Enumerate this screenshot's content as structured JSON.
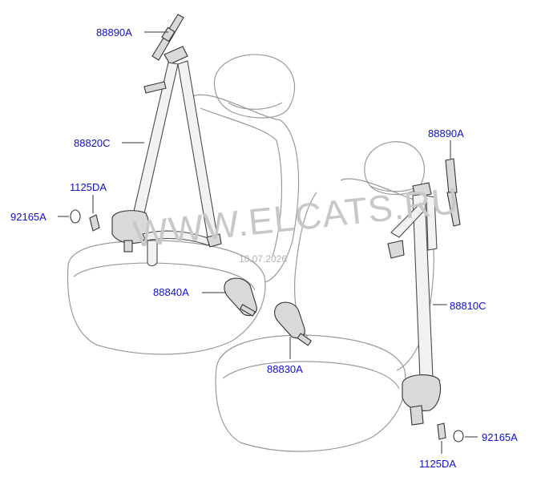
{
  "labels": {
    "height_adjuster_left": "88890A",
    "belt_left": "88820C",
    "bolt_left": "1125DA",
    "cover_left": "92165A",
    "buckle_left": "88840A",
    "height_adjuster_right": "88890A",
    "belt_right": "88810C",
    "buckle_right": "88830A",
    "cover_right": "92165A",
    "bolt_right": "1125DA"
  },
  "watermark": "WWW.ELCATS.RU",
  "datestamp": "10.07.2026",
  "colors": {
    "label": "#1010c8",
    "watermark": "#c8c8c8",
    "outline": "#9a9a9a"
  }
}
